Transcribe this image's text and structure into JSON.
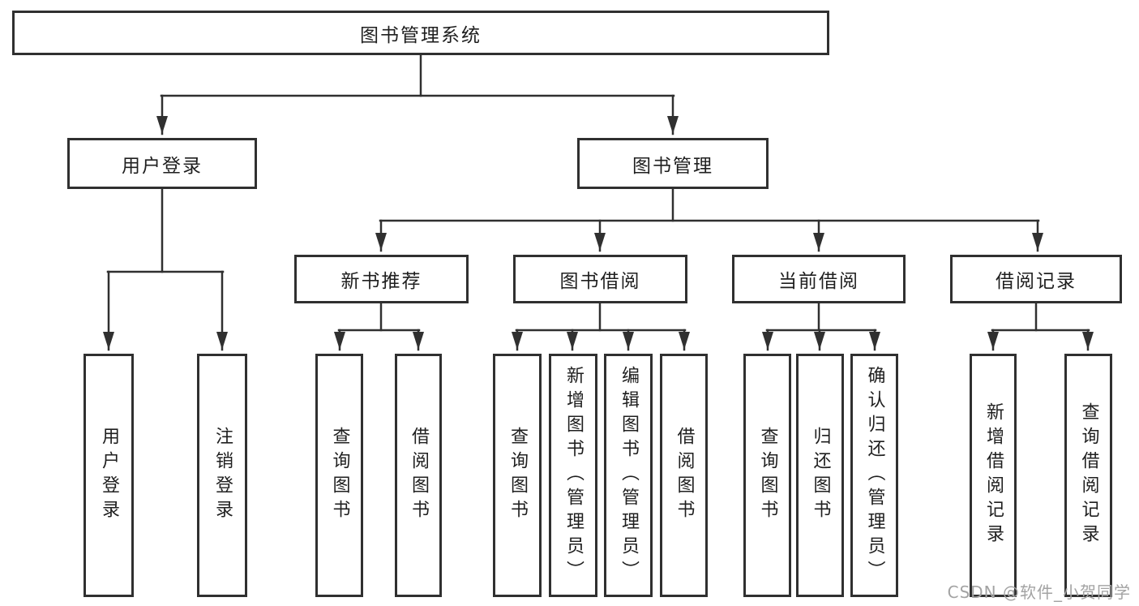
{
  "colors": {
    "line": "#303030",
    "text": "#1f1f1f",
    "background": "#ffffff",
    "watermark": "#a3a3a3"
  },
  "watermark": {
    "text": "CSDN @软件_小贺同学"
  },
  "tree": {
    "root": {
      "label": "图书管理系统",
      "children": [
        {
          "label": "用户登录",
          "children": [
            {
              "label": "用户登录"
            },
            {
              "label": "注销登录"
            }
          ]
        },
        {
          "label": "图书管理",
          "children": [
            {
              "label": "新书推荐",
              "children": [
                {
                  "label": "查询图书"
                },
                {
                  "label": "借阅图书"
                }
              ]
            },
            {
              "label": "图书借阅",
              "children": [
                {
                  "label": "查询图书"
                },
                {
                  "label": "新增图书（管理员）"
                },
                {
                  "label": "编辑图书（管理员）"
                },
                {
                  "label": "借阅图书"
                }
              ]
            },
            {
              "label": "当前借阅",
              "children": [
                {
                  "label": "查询图书"
                },
                {
                  "label": "归还图书"
                },
                {
                  "label": "确认归还（管理员）"
                }
              ]
            },
            {
              "label": "借阅记录",
              "children": [
                {
                  "label": "新增借阅记录"
                },
                {
                  "label": "查询借阅记录"
                }
              ]
            }
          ]
        }
      ]
    }
  }
}
